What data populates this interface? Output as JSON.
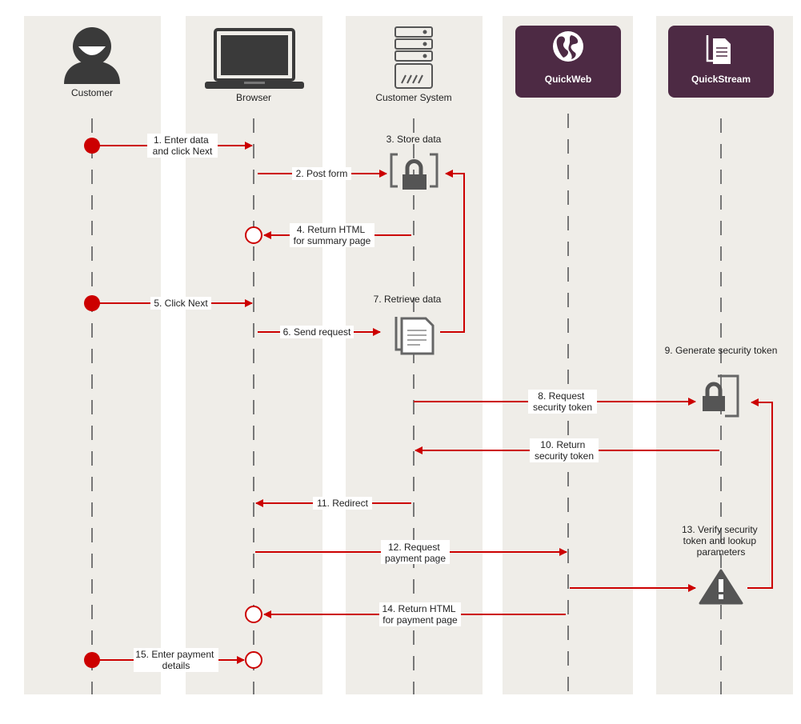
{
  "participants": {
    "customer": "Customer",
    "browser": "Browser",
    "system": "Customer System",
    "quickweb": "QuickWeb",
    "quickstream": "QuickStream"
  },
  "steps": {
    "s1": [
      "1. Enter data",
      "and click Next"
    ],
    "s2": [
      "2. Post form"
    ],
    "s3": [
      "3. Store data"
    ],
    "s4": [
      "4. Return HTML",
      "for summary page"
    ],
    "s5": [
      "5. Click Next"
    ],
    "s6": [
      "6. Send request"
    ],
    "s7": [
      "7. Retrieve data"
    ],
    "s8": [
      "8. Request",
      "security token"
    ],
    "s9": [
      "9. Generate security token"
    ],
    "s10": [
      "10. Return",
      "security token"
    ],
    "s11": [
      "11. Redirect"
    ],
    "s12": [
      "12. Request",
      "payment page"
    ],
    "s13": [
      "13. Verify security",
      "token and lookup",
      "parameters"
    ],
    "s14": [
      "14. Return HTML",
      "for payment page"
    ],
    "s15": [
      "15. Enter payment",
      "details"
    ]
  },
  "icons": {
    "customer": "person-icon",
    "browser": "laptop-icon",
    "system": "server-icon",
    "quickweb": "globe-icon",
    "quickstream": "documents-icon",
    "store": "lock-icon",
    "retrieve": "documents-icon",
    "token": "lock-icon",
    "verify": "warning-icon"
  },
  "colors": {
    "lane": "#efede8",
    "arrow": "#cc0000",
    "brand": "#4d2a44",
    "icon": "#666666"
  }
}
